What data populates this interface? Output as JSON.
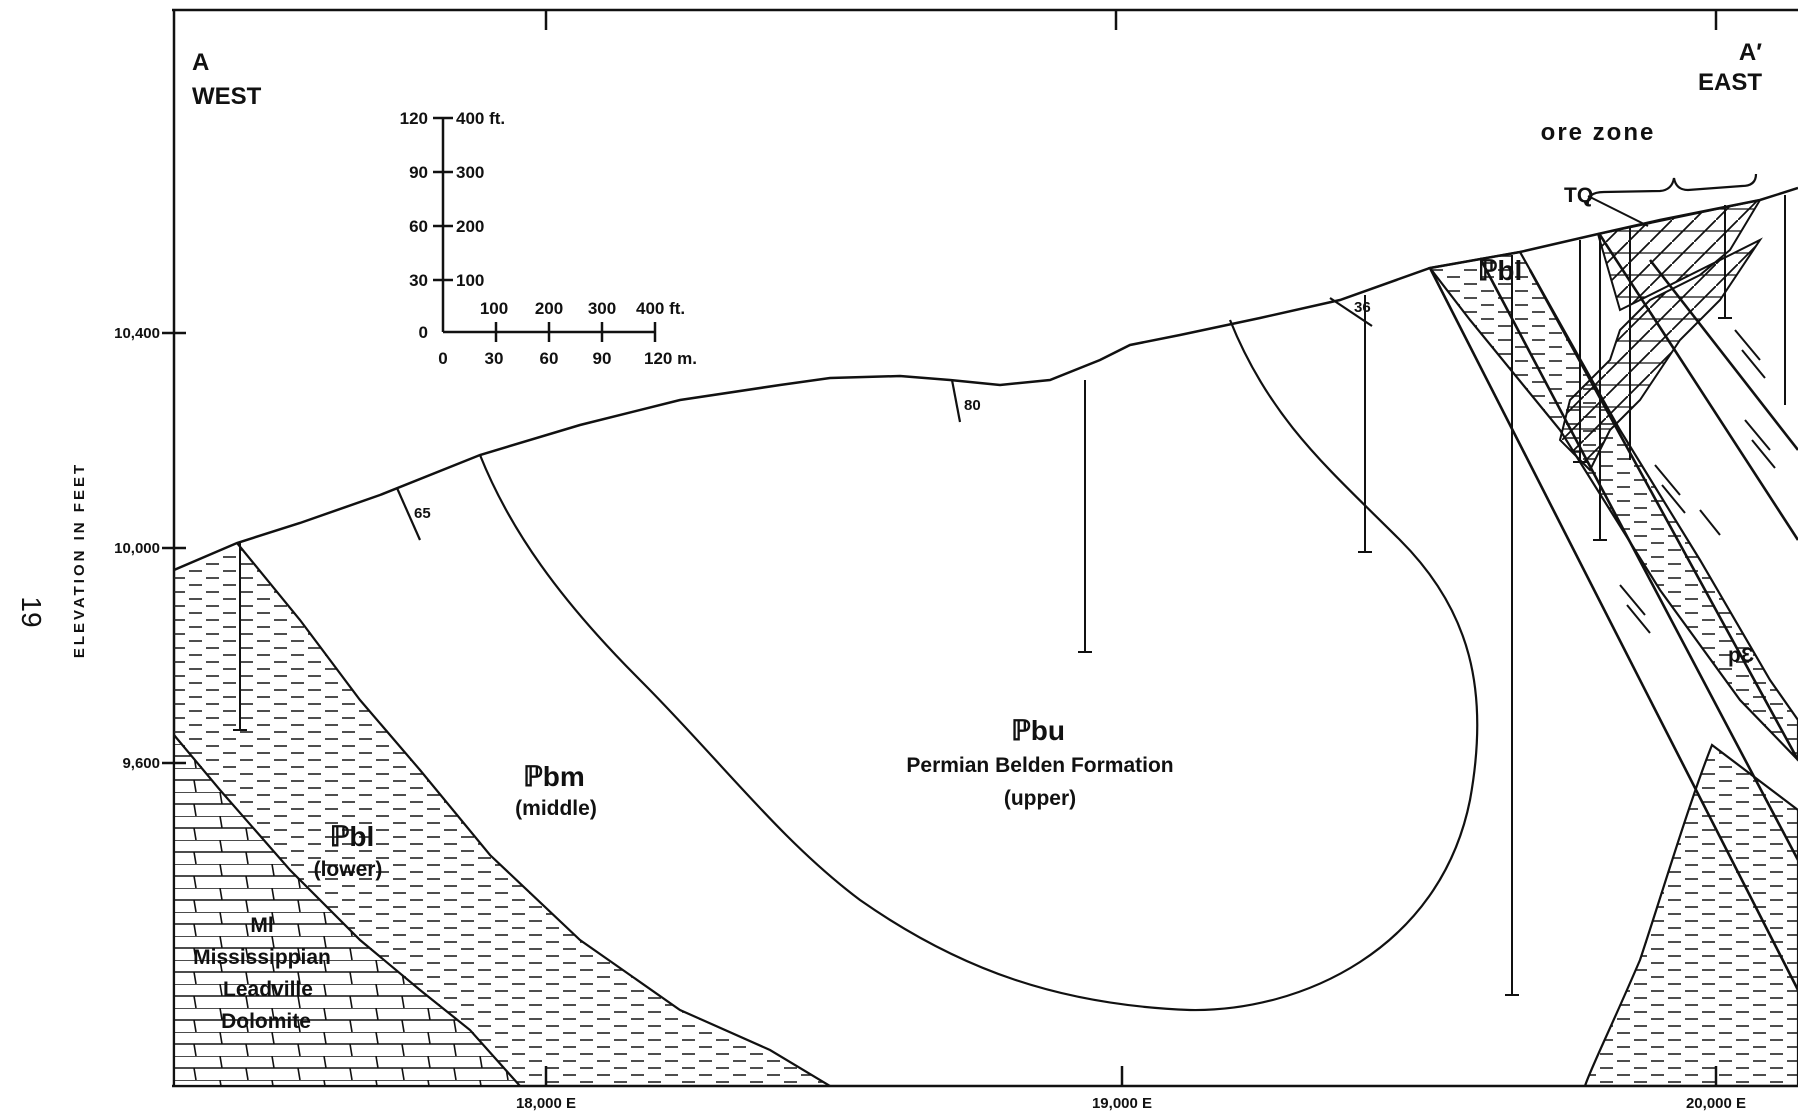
{
  "page_number": "19",
  "y_axis_label": "ELEVATION IN FEET",
  "y_ticks": [
    {
      "label": "10,400",
      "value": 10400
    },
    {
      "label": "10,000",
      "value": 10000
    },
    {
      "label": "9,600",
      "value": 9600
    }
  ],
  "x_ticks": [
    {
      "label": "18,000 E",
      "value": 18000
    },
    {
      "label": "19,000 E",
      "value": 19000
    },
    {
      "label": "20,000 E",
      "value": 20000
    }
  ],
  "section_ends": {
    "west": {
      "letter": "A",
      "direction": "WEST"
    },
    "east": {
      "letter": "A′",
      "direction": "EAST"
    }
  },
  "scale_bar": {
    "vertical_left": [
      "120",
      "90",
      "60",
      "30",
      "0"
    ],
    "vertical_right": [
      "400 ft.",
      "300",
      "200",
      "100"
    ],
    "horizontal_top": [
      "100",
      "200",
      "300",
      "400 ft."
    ],
    "horizontal_bottom": [
      "0",
      "30",
      "60",
      "90",
      "120 m."
    ]
  },
  "units": {
    "pbu_symbol": "ℙbu",
    "pbu_name": "Permian Belden Formation",
    "pbu_sub": "(upper)",
    "pbm_symbol": "ℙbm",
    "pbm_sub": "(middle)",
    "pbl_symbol": "ℙbl",
    "pbl_sub": "(lower)",
    "pbl_east_symbol": "ℙbl",
    "ml_symbol": "Ml",
    "ml_line1": "Mississippian",
    "ml_line2": "Leadville",
    "ml_line3": "Dolomite",
    "pc_symbol": "pƐ",
    "tq_symbol": "TQ",
    "ore_zone": "ore zone"
  },
  "dips": [
    "65",
    "80",
    "36"
  ]
}
